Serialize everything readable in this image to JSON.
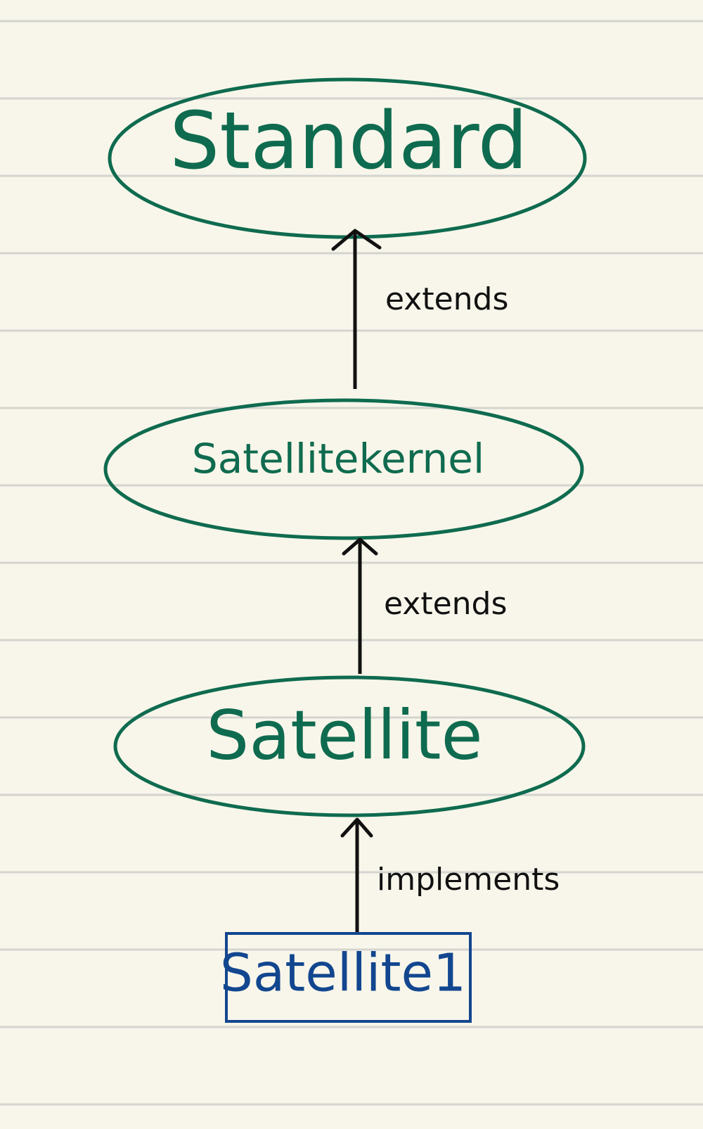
{
  "colors": {
    "paper": "#f8f6ea",
    "rule_line": "#d4d4d0",
    "ellipse": "#0f6b4f",
    "box": "#12468f",
    "arrow": "#111111"
  },
  "nodes": {
    "standard": {
      "label": "Standard",
      "shape": "ellipse"
    },
    "satellitekernel": {
      "label": "Satellitekernel",
      "shape": "ellipse"
    },
    "satellite": {
      "label": "Satellite",
      "shape": "ellipse"
    },
    "satellite1": {
      "label": "Satellite1",
      "shape": "rectangle"
    }
  },
  "edges": {
    "kernel_to_standard": {
      "label": "extends"
    },
    "satellite_to_kernel": {
      "label": "extends"
    },
    "satellite1_to_satellite": {
      "label": "implements"
    }
  }
}
